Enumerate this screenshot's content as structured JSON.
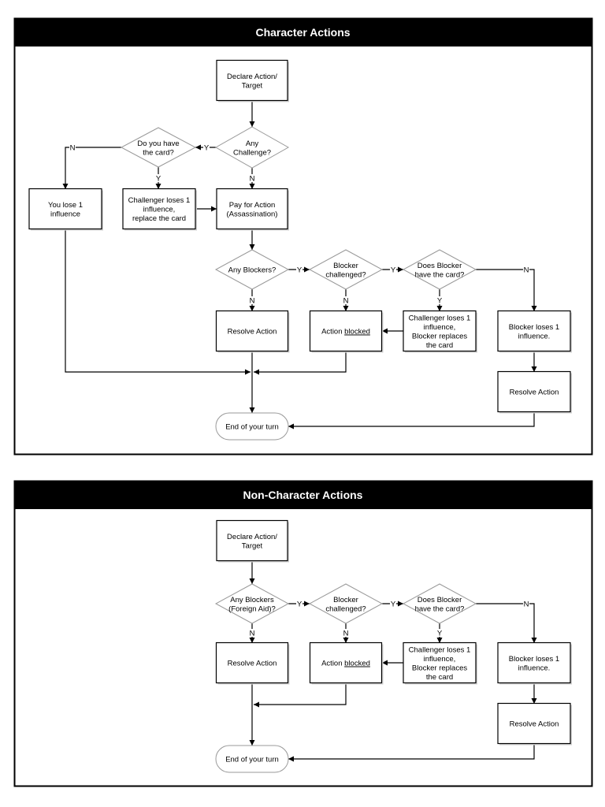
{
  "yes_label": "Y",
  "no_label": "N",
  "panels": [
    {
      "title": "Character Actions",
      "nodes": {
        "declare": [
          "Declare Action/",
          "Target"
        ],
        "challenge": [
          "Any",
          "Challenge?"
        ],
        "havecard": [
          "Do you have",
          "the card?"
        ],
        "youlose": [
          "You lose 1",
          "influence"
        ],
        "challoses": [
          "Challenger loses 1",
          "influence,",
          "replace the card"
        ],
        "pay": [
          "Pay for Action",
          "(Assassination)"
        ],
        "blockers": [
          "Any Blockers?"
        ],
        "blkchal": [
          "Blocker",
          "challenged?"
        ],
        "blkcard": [
          "Does Blocker",
          "have the card?"
        ],
        "resolve": [
          "Resolve Action"
        ],
        "blocked": [
          "Action",
          "blocked"
        ],
        "chal2": [
          "Challenger loses 1",
          "influence,",
          "Blocker replaces",
          "the card"
        ],
        "blkloses": [
          "Blocker loses 1",
          "influence."
        ],
        "resolve2": [
          "Resolve Action"
        ],
        "end": [
          "End of your turn"
        ]
      }
    },
    {
      "title": "Non-Character Actions",
      "nodes": {
        "declare": [
          "Declare Action/",
          "Target"
        ],
        "blockers": [
          "Any Blockers",
          "(Foreign Aid)?"
        ],
        "blkchal": [
          "Blocker",
          "challenged?"
        ],
        "blkcard": [
          "Does Blocker",
          "have the card?"
        ],
        "resolve": [
          "Resolve Action"
        ],
        "blocked": [
          "Action",
          "blocked"
        ],
        "chal2": [
          "Challenger loses 1",
          "influence,",
          "Blocker replaces",
          "the card"
        ],
        "blkloses": [
          "Blocker loses 1",
          "influence."
        ],
        "resolve2": [
          "Resolve Action"
        ],
        "end": [
          "End of your turn"
        ]
      }
    }
  ]
}
